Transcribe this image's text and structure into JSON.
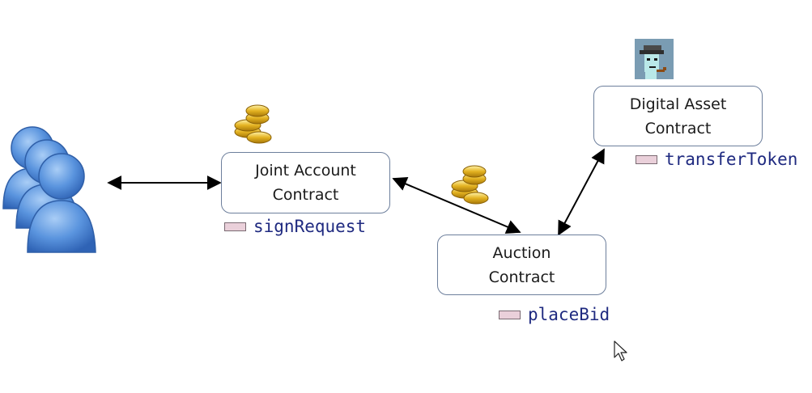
{
  "nodes": {
    "joint_account": "Joint Account\nContract",
    "auction": "Auction\nContract",
    "digital_asset": "Digital Asset\nContract"
  },
  "functions": {
    "sign_request": "signRequest",
    "place_bid": "placeBid",
    "transfer_token": "transferToken"
  },
  "icons": [
    "users-icon",
    "coins-icon",
    "nft-avatar-icon",
    "mouse-cursor-icon",
    "function-icon"
  ],
  "colors": {
    "box_border": "#6d7f9c",
    "function_text": "#1f2a80",
    "function_icon": "#ead0da",
    "user_blue": "#4b86d6",
    "coin_gold": "#e4b321"
  }
}
